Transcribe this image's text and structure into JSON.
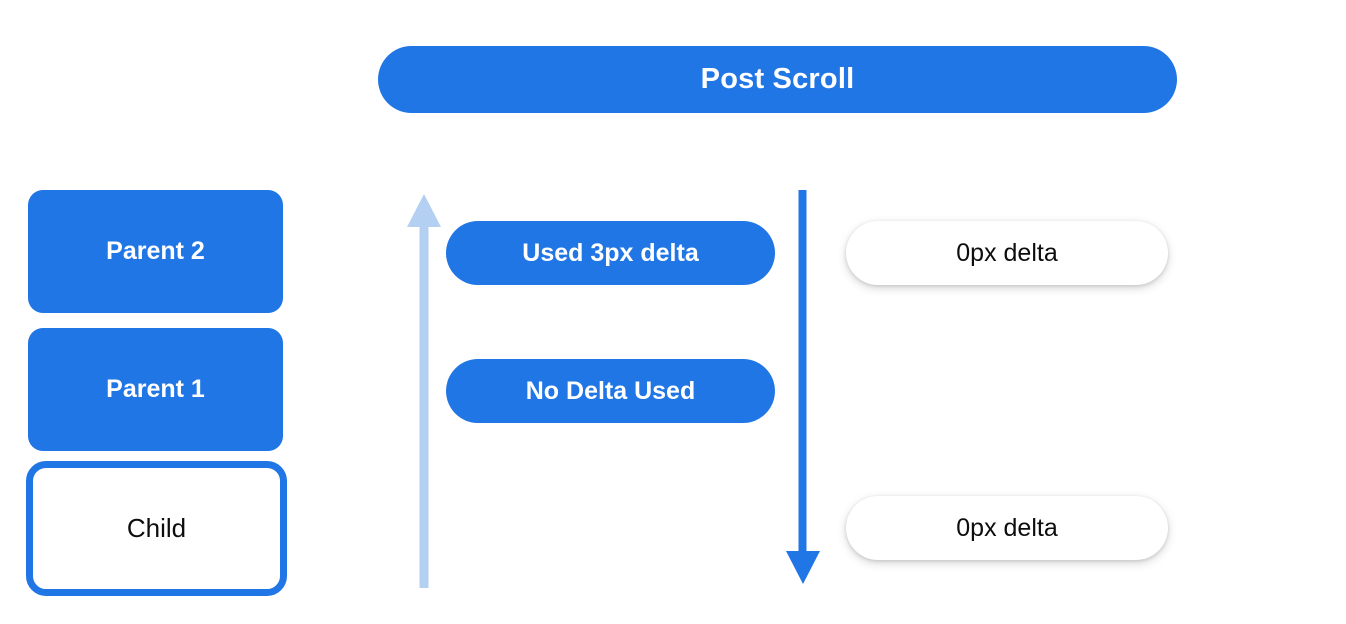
{
  "header": {
    "title": "Post Scroll"
  },
  "left_stack": {
    "items": [
      {
        "label": "Parent 2",
        "style": "filled"
      },
      {
        "label": "Parent 1",
        "style": "filled"
      },
      {
        "label": "Child",
        "style": "outlined"
      }
    ]
  },
  "middle_pills": {
    "items": [
      {
        "label": "Used 3px delta"
      },
      {
        "label": "No Delta Used"
      }
    ]
  },
  "right_pills": {
    "items": [
      {
        "label": "0px delta"
      },
      {
        "label": "0px delta"
      }
    ]
  },
  "arrows": {
    "up": {
      "name": "arrow-up",
      "direction": "up",
      "color": "#b3cff2"
    },
    "down": {
      "name": "arrow-down",
      "direction": "down",
      "color": "#2176e6"
    }
  },
  "colors": {
    "accent_blue": "#2176e6",
    "light_blue": "#b3cff2",
    "text_dark": "#0d0d0d",
    "text_light": "#ffffff",
    "background": "#ffffff"
  }
}
